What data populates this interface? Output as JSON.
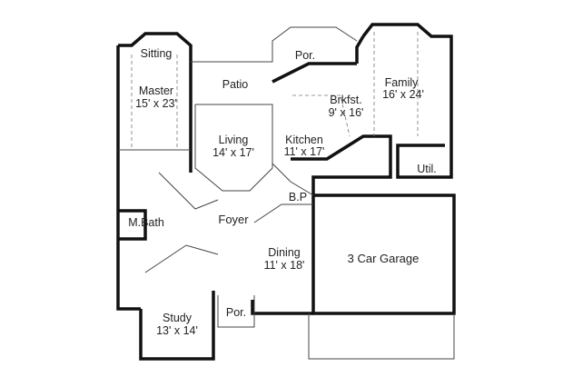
{
  "rooms": {
    "sitting": {
      "name": "Sitting"
    },
    "master": {
      "name": "Master",
      "size": "15' x 23'"
    },
    "patio": {
      "name": "Patio"
    },
    "rear_porch": {
      "name": "Por."
    },
    "family": {
      "name": "Family",
      "size": "16' x 24'"
    },
    "breakfast": {
      "name": "Brkfst.",
      "size": "9' x 16'"
    },
    "living": {
      "name": "Living",
      "size": "14' x 17'"
    },
    "kitchen": {
      "name": "Kitchen",
      "size": "11' x 17'"
    },
    "utility": {
      "name": "Util."
    },
    "bp": {
      "name": "B.P"
    },
    "foyer": {
      "name": "Foyer"
    },
    "master_bath": {
      "name": "M.Bath"
    },
    "dining": {
      "name": "Dining",
      "size": "11' x 18'"
    },
    "garage": {
      "name": "3 Car Garage"
    },
    "study": {
      "name": "Study",
      "size": "13' x 14'"
    },
    "front_porch": {
      "name": "Por."
    }
  }
}
